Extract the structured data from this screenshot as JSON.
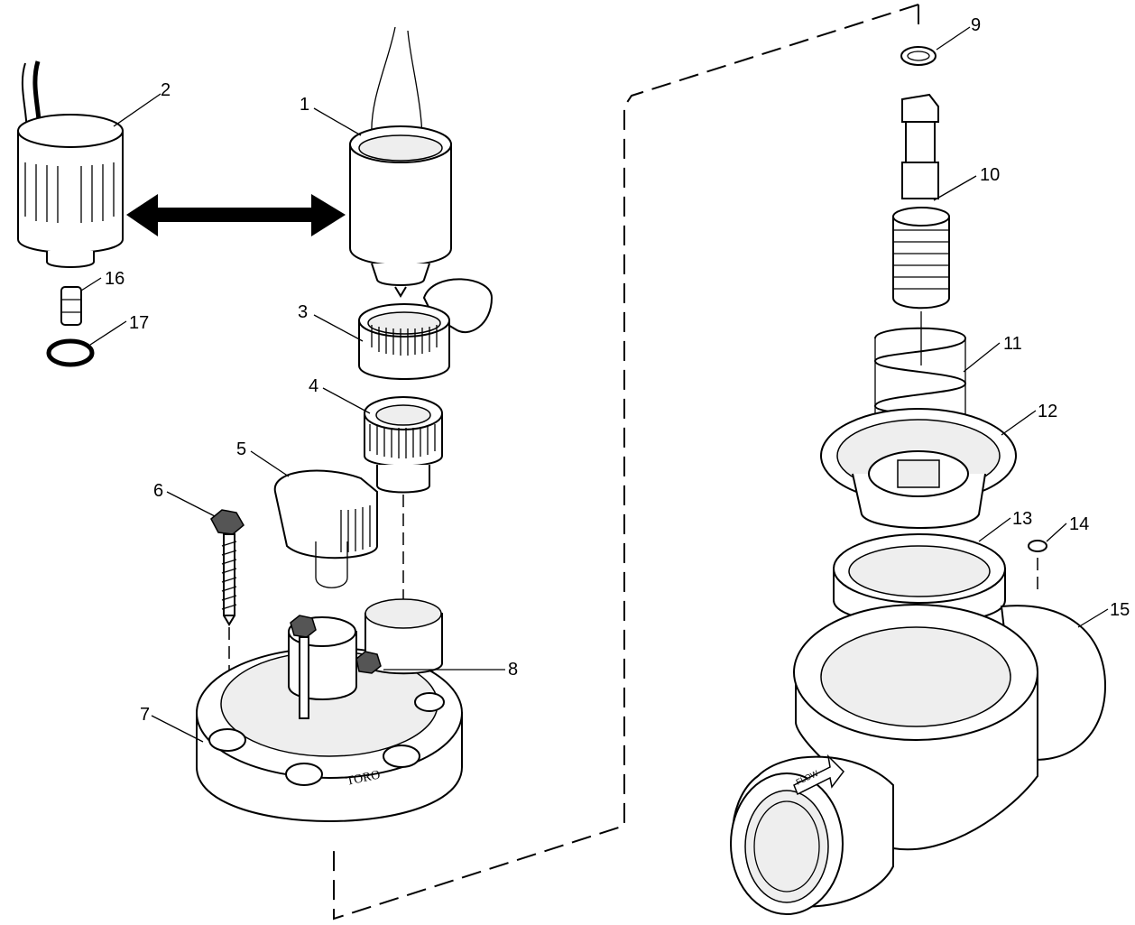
{
  "diagram": {
    "callouts": [
      {
        "id": "c1",
        "label": "1"
      },
      {
        "id": "c2",
        "label": "2"
      },
      {
        "id": "c3",
        "label": "3"
      },
      {
        "id": "c4",
        "label": "4"
      },
      {
        "id": "c5",
        "label": "5"
      },
      {
        "id": "c6",
        "label": "6"
      },
      {
        "id": "c7",
        "label": "7"
      },
      {
        "id": "c8",
        "label": "8"
      },
      {
        "id": "c9",
        "label": "9"
      },
      {
        "id": "c10",
        "label": "10"
      },
      {
        "id": "c11",
        "label": "11"
      },
      {
        "id": "c12",
        "label": "12"
      },
      {
        "id": "c13",
        "label": "13"
      },
      {
        "id": "c14",
        "label": "14"
      },
      {
        "id": "c15",
        "label": "15"
      },
      {
        "id": "c16",
        "label": "16"
      },
      {
        "id": "c17",
        "label": "17"
      }
    ],
    "imprints": {
      "base_brand": "TORO",
      "body_flow": "FLOW"
    }
  }
}
